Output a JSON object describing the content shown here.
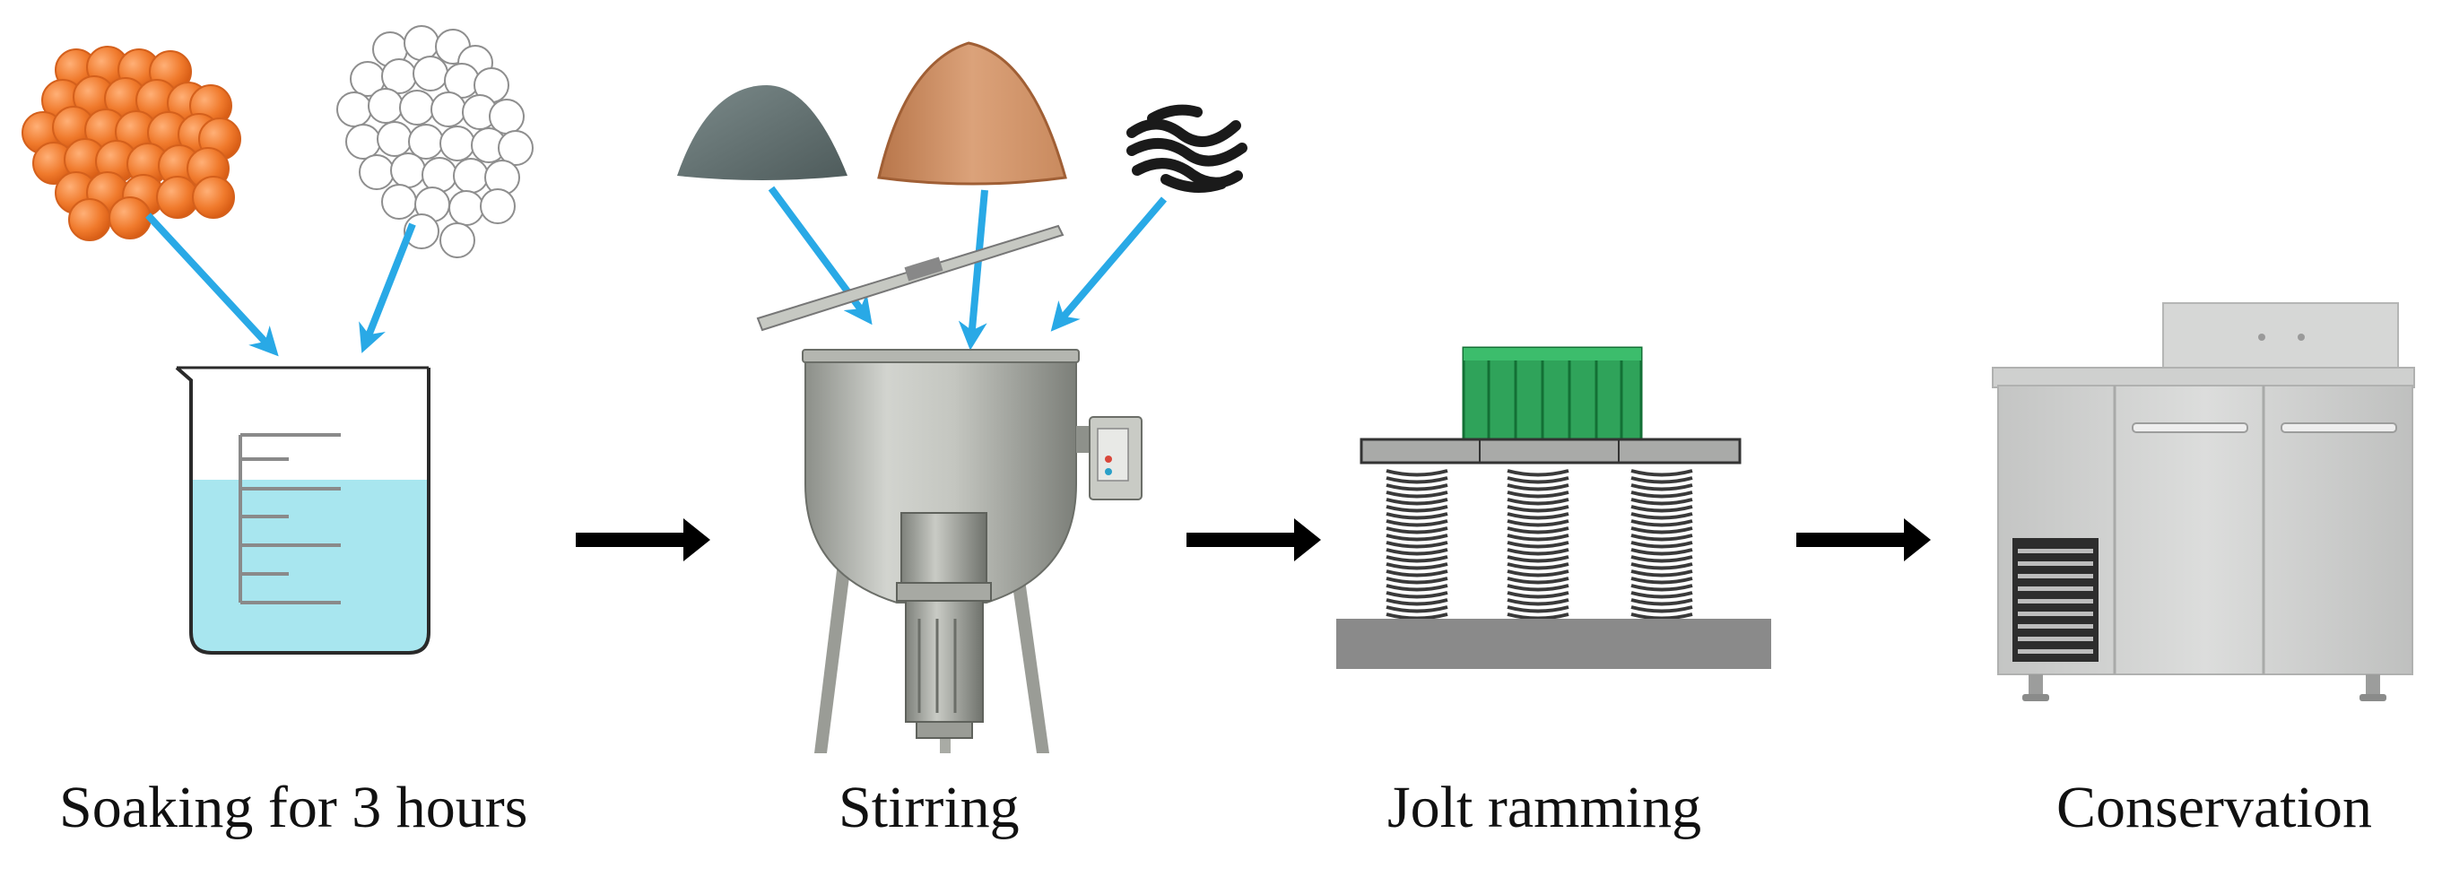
{
  "steps": [
    {
      "label": "Soaking  for 3 hours"
    },
    {
      "label": "Stirring"
    },
    {
      "label": "Jolt ramming"
    },
    {
      "label": "Conservation"
    }
  ],
  "icons": {
    "orange_aggregate": "orange-spheres-icon",
    "white_aggregate": "white-spheres-icon",
    "beaker": "beaker-icon",
    "cement_pile": "gray-powder-pile-icon",
    "sand_pile": "brown-powder-pile-icon",
    "fibers": "black-fiber-icon",
    "mixer": "mixer-tank-icon",
    "vibration_table": "vibration-table-icon",
    "curing_cabinet": "curing-cabinet-icon",
    "arrow": "right-arrow-icon"
  },
  "colors": {
    "orange": "#f07a2c",
    "water": "#a8e6ef",
    "feed_arrow": "#29a9e6",
    "cement": "#5f6e6e",
    "sand": "#c98a5e",
    "mold": "#2fa35a",
    "steel": "#b8bbb4"
  }
}
